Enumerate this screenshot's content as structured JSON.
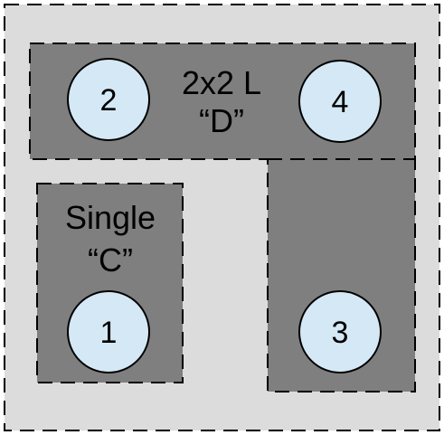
{
  "colors": {
    "background": "#dcdcdc",
    "zone_fill": "#7f7f7f",
    "slot_fill": "#d5e8f5",
    "outline": "#000000"
  },
  "zones": {
    "l_shaped": {
      "label_line1": "2x2 L",
      "label_line2": "“D”"
    },
    "single": {
      "label_line1": "Single",
      "label_line2": "“C”"
    }
  },
  "slots": {
    "slot_1": "1",
    "slot_2": "2",
    "slot_3": "3",
    "slot_4": "4"
  }
}
